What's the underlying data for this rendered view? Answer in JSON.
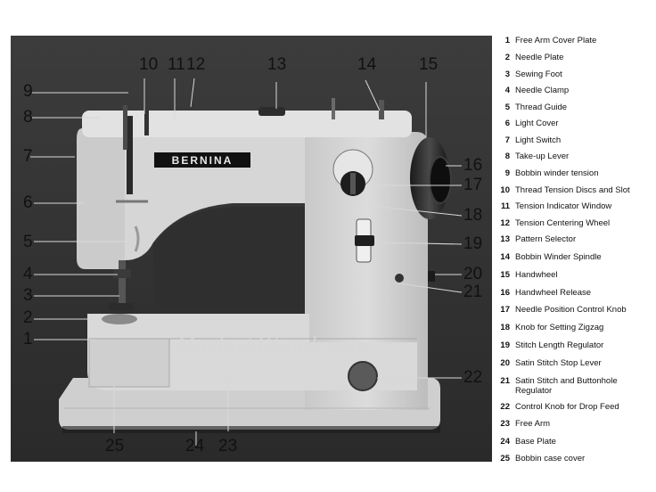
{
  "diagram": {
    "brand_plate": "BERNINA",
    "watermark": "MasinskiKutak.com"
  },
  "callouts": [
    "1",
    "2",
    "3",
    "4",
    "5",
    "6",
    "7",
    "8",
    "9",
    "10",
    "11",
    "12",
    "13",
    "14",
    "15",
    "16",
    "17",
    "18",
    "19",
    "20",
    "21",
    "22",
    "23",
    "24",
    "25"
  ],
  "legend": [
    {
      "num": "1",
      "text": "Free Arm Cover Plate"
    },
    {
      "num": "2",
      "text": "Needle Plate"
    },
    {
      "num": "3",
      "text": "Sewing Foot"
    },
    {
      "num": "4",
      "text": "Needle Clamp"
    },
    {
      "num": "5",
      "text": "Thread Guide"
    },
    {
      "num": "6",
      "text": "Light Cover"
    },
    {
      "num": "7",
      "text": "Light Switch"
    },
    {
      "num": "8",
      "text": "Take-up Lever"
    },
    {
      "num": "9",
      "text": "Bobbin winder tension"
    },
    {
      "num": "10",
      "text": "Thread Tension Discs and Slot"
    },
    {
      "num": "11",
      "text": "Tension Indicator Window"
    },
    {
      "num": "12",
      "text": "Tension Centering Wheel"
    },
    {
      "num": "13",
      "text": "Pattern Selector"
    },
    {
      "num": "14",
      "text": "Bobbin Winder Spindle"
    },
    {
      "num": "15",
      "text": "Handwheel"
    },
    {
      "num": "16",
      "text": "Handwheel Release"
    },
    {
      "num": "17",
      "text": "Needle Position Control Knob"
    },
    {
      "num": "18",
      "text": "Knob for Setting Zigzag"
    },
    {
      "num": "19",
      "text": "Stitch Length Regulator"
    },
    {
      "num": "20",
      "text": "Satin Stitch Stop Lever"
    },
    {
      "num": "21",
      "text": "Satin Stitch and Buttonhole Regulator"
    },
    {
      "num": "22",
      "text": "Control Knob for Drop Feed"
    },
    {
      "num": "23",
      "text": "Free Arm"
    },
    {
      "num": "24",
      "text": "Base Plate"
    },
    {
      "num": "25",
      "text": "Bobbin case cover"
    }
  ]
}
